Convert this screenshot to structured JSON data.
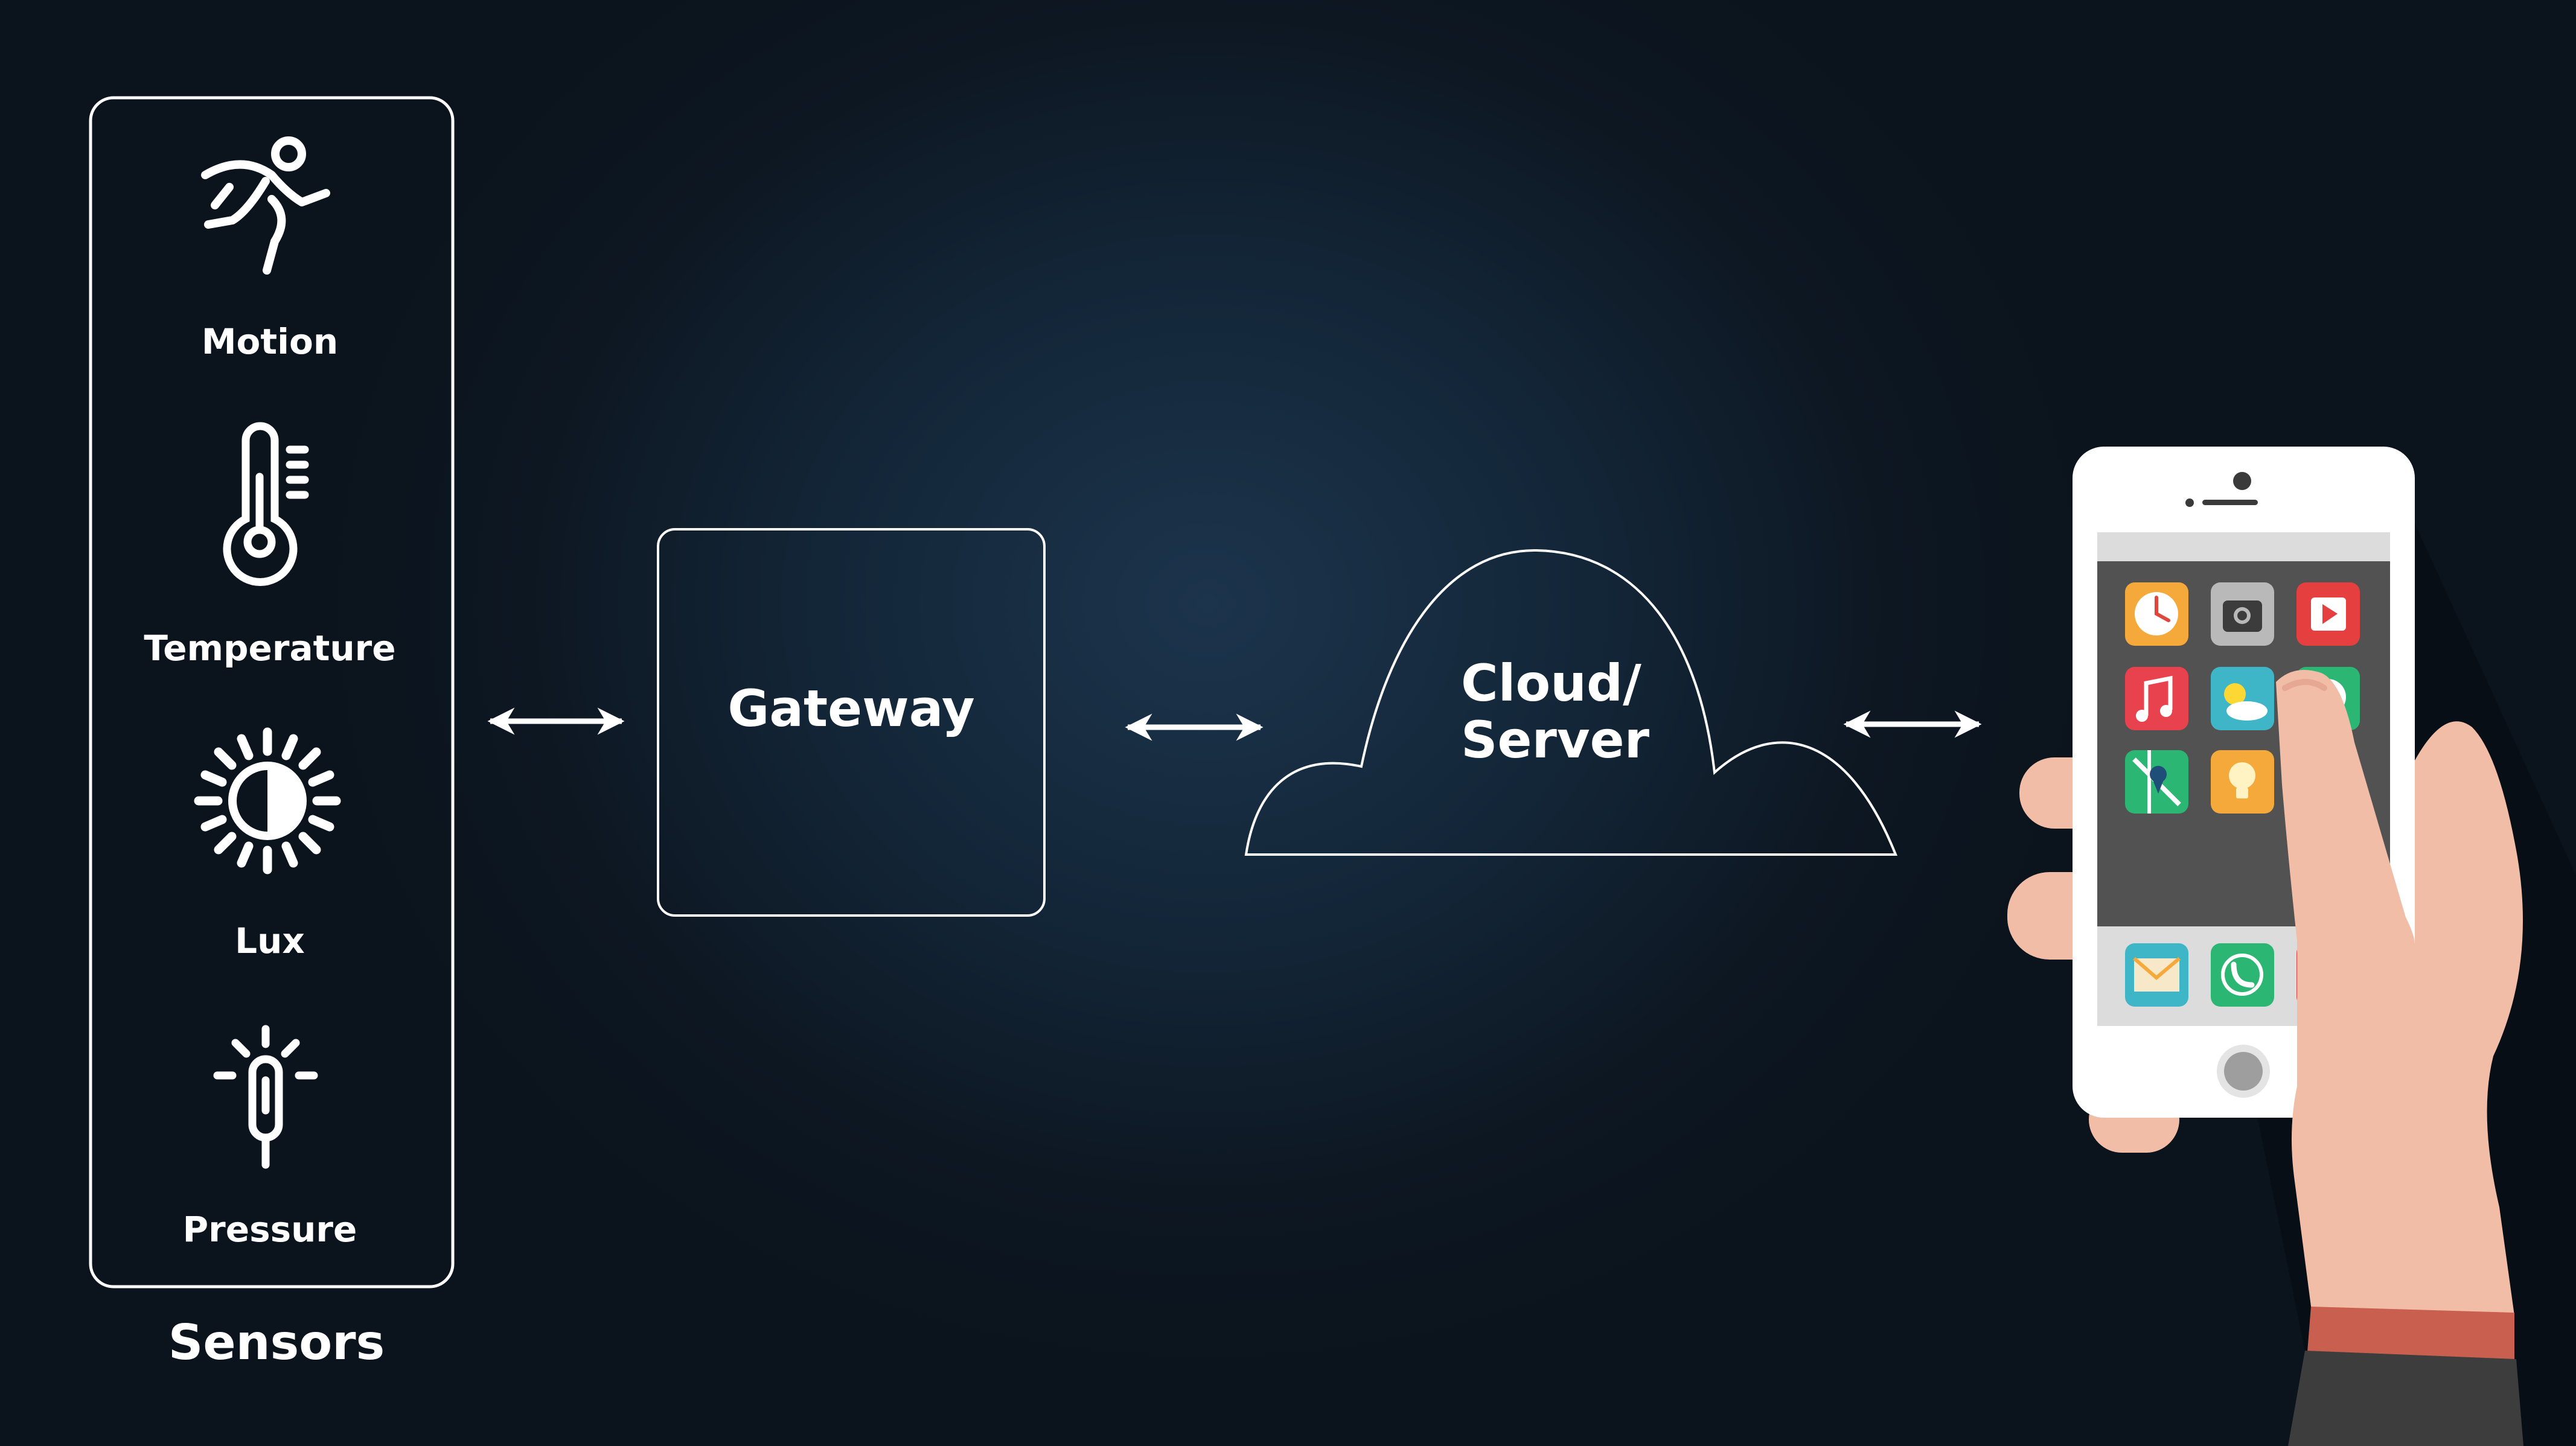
{
  "sensors": {
    "title": "Sensors",
    "items": [
      {
        "label": "Motion",
        "icon": "running-person-icon"
      },
      {
        "label": "Temperature",
        "icon": "thermometer-icon"
      },
      {
        "label": "Lux",
        "icon": "sun-brightness-icon"
      },
      {
        "label": "Pressure",
        "icon": "pressure-sensor-icon"
      }
    ]
  },
  "gateway": {
    "label": "Gateway"
  },
  "cloud": {
    "line1": "Cloud/",
    "line2": "Server"
  },
  "phone": {
    "apps": [
      "clock-app-icon",
      "camera-app-icon",
      "video-app-icon",
      "music-app-icon",
      "weather-app-icon",
      "chat-app-icon",
      "maps-app-icon",
      "idea-app-icon"
    ],
    "dock": [
      "mail-app-icon",
      "phone-app-icon"
    ]
  },
  "colors": {
    "background": "#0f1d2b",
    "line": "#ffffff",
    "skin": "#f2bda7",
    "skin_shadow": "#e6a892",
    "sleeve": "#3d3d3d",
    "cuff": "#c95f4f",
    "phone_body": "#ffffff",
    "phone_screen": "#525252"
  }
}
